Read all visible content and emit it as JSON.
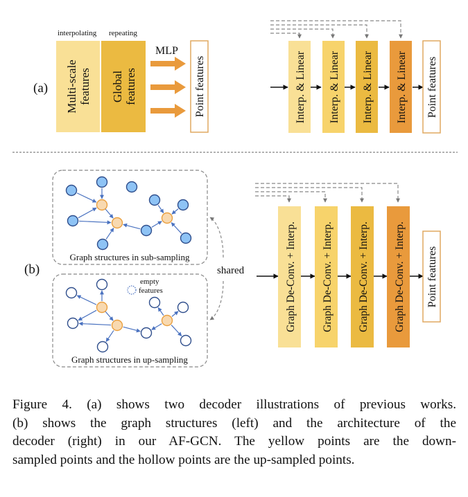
{
  "panel_a": {
    "label": "(a)",
    "left_diagram": {
      "annotations": [
        "interpolating",
        "repeating"
      ],
      "blocks": [
        {
          "line1": "Multi-scale",
          "line2": "features",
          "color": "#F9E096"
        },
        {
          "line1": "Global",
          "line2": "features",
          "color": "#EBBA41"
        }
      ],
      "mlp_label": "MLP",
      "arrow_color": "#E99A3C",
      "output_label": "Point features"
    },
    "right_diagram": {
      "blocks": [
        {
          "label": "Interp. & Linear",
          "color": "#F9E096"
        },
        {
          "label": "Interp. & Linear",
          "color": "#F7D36B"
        },
        {
          "label": "Interp. & Linear",
          "color": "#EBBA41"
        },
        {
          "label": "Interp. & Linear",
          "color": "#E99A3C"
        }
      ],
      "output_label": "Point features"
    }
  },
  "panel_b": {
    "label": "(b)",
    "sub_sampling_caption": "Graph structures in sub-sampling",
    "up_sampling_caption": "Graph structures in up-sampling",
    "legend_line1": "empty",
    "legend_line2": "features",
    "shared_label": "shared",
    "blocks": [
      {
        "label": "Graph De-Conv. + Interp.",
        "color": "#F9E096"
      },
      {
        "label": "Graph De-Conv. + Interp.",
        "color": "#F7D36B"
      },
      {
        "label": "Graph De-Conv. + Interp.",
        "color": "#EBBA41"
      },
      {
        "label": "Graph De-Conv. + Interp.",
        "color": "#E99A3C"
      }
    ],
    "output_label": "Point features",
    "colors": {
      "filled_node": "#8EC3F5",
      "node_stroke": "#2F4E8C",
      "sampled_node": "#F8D9B0",
      "sampled_stroke": "#EAA040",
      "edge": "#4A72C0",
      "output_border": "#E0A860"
    }
  },
  "caption": {
    "lines": [
      "Figure 4.  (a) shows two decoder illustrations of previous works.",
      "(b) shows the graph structures (left) and the architecture of the",
      "decoder (right) in our AF-GCN. The yellow points are the down-",
      "sampled points and the hollow points are the up-sampled points."
    ]
  }
}
